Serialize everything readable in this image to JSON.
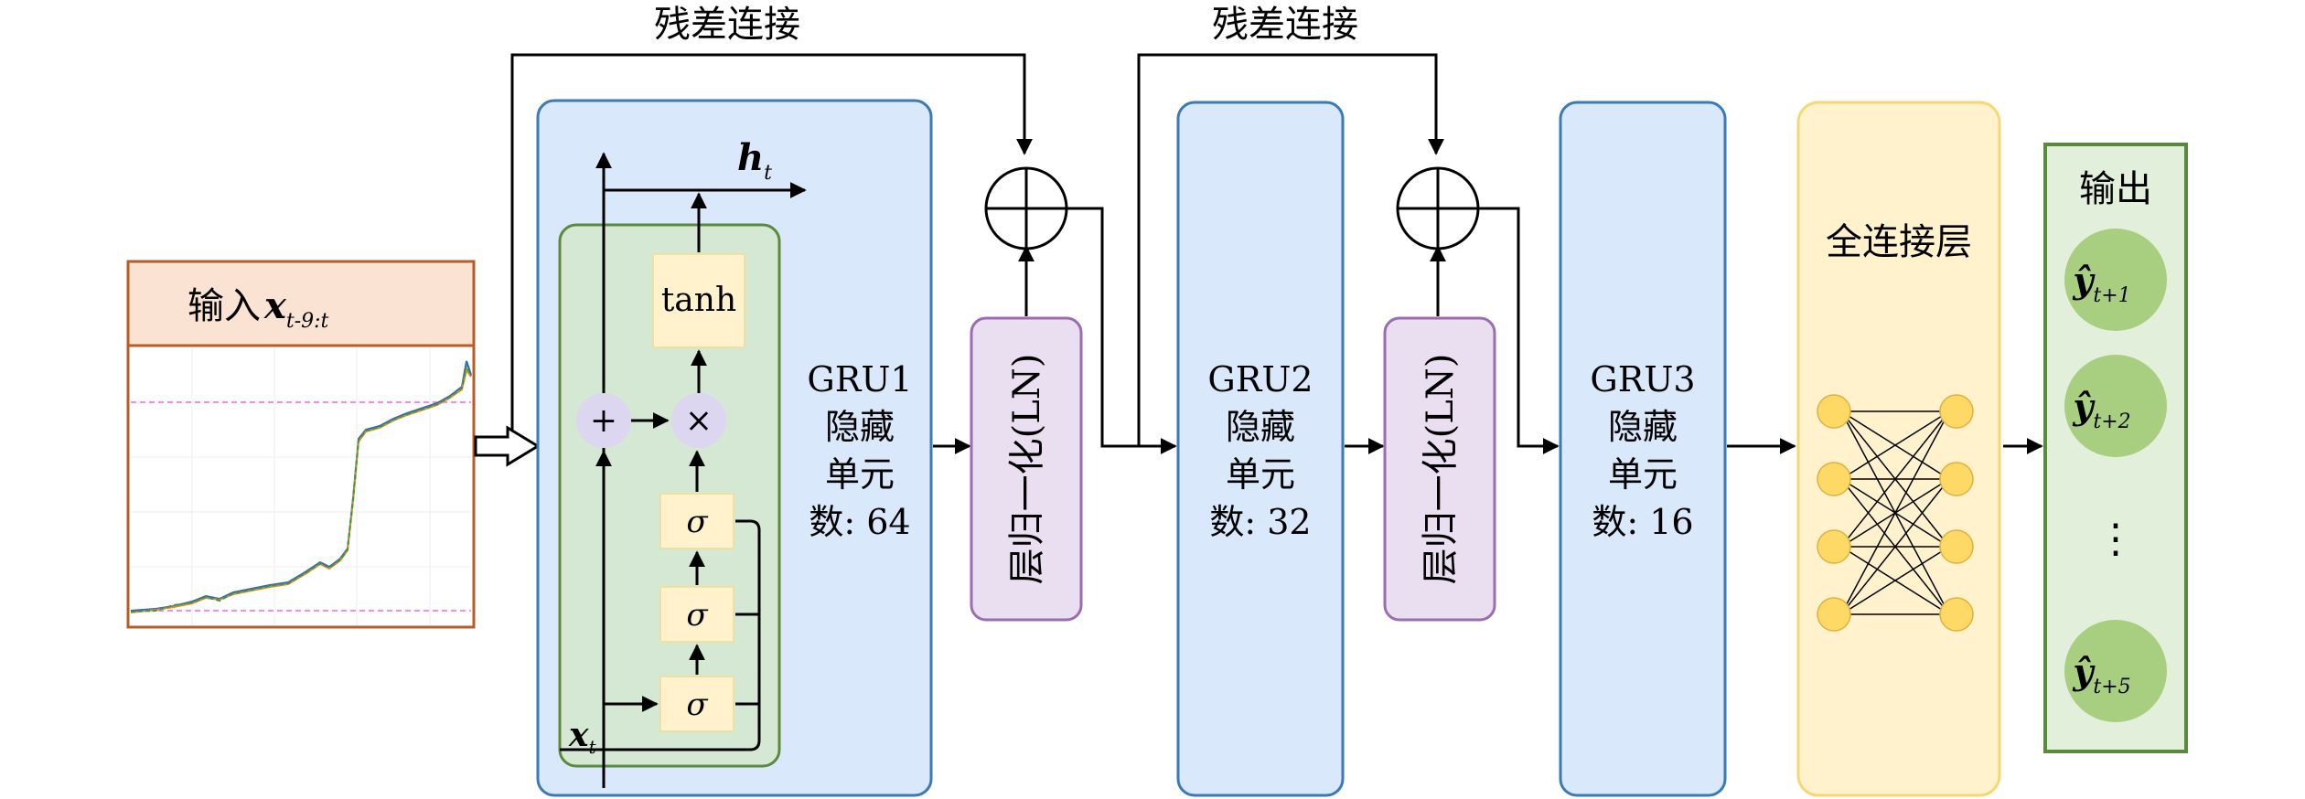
{
  "residual_labels": [
    "残差连接",
    "残差连接"
  ],
  "input": {
    "prefix": "输入",
    "symbol": "x",
    "subscript": "t-9:t"
  },
  "gru_cell": {
    "output_symbol": "h",
    "output_subscript": "t",
    "input_symbol": "x",
    "input_subscript": "t",
    "tanh_label": "tanh",
    "sigma_label": "σ",
    "plus_label": "+",
    "times_label": "×"
  },
  "gru_blocks": [
    {
      "name": "GRU1",
      "line2": "隐藏",
      "line3": "单元",
      "line4": "数: 64"
    },
    {
      "name": "GRU2",
      "line2": "隐藏",
      "line3": "单元",
      "line4": "数: 32"
    },
    {
      "name": "GRU3",
      "line2": "隐藏",
      "line3": "单元",
      "line4": "数: 16"
    }
  ],
  "layer_norm_label": "层归一化(LN)",
  "fc_label": "全连接层",
  "output": {
    "title": "输出",
    "symbol": "ŷ",
    "items": [
      "t+1",
      "t+2",
      "t+5"
    ],
    "ellipsis": "⋮"
  },
  "colors": {
    "blue_fill": "#dae8fc",
    "blue_stroke": "#3a7ab8",
    "green_fill": "#d5e8d4",
    "green_stroke": "#5a8a3c",
    "yellow_fill": "#fff2cc",
    "yellow_stroke": "#f7d774",
    "purple_fill": "#e9dff0",
    "purple_stroke": "#9b6cb0",
    "orange_fill": "#fae3d3",
    "orange_stroke": "#b85c24",
    "gate_fill": "#fff2cc",
    "op_fill": "#dcd6f0",
    "node_fill": "#ffd966",
    "out_circle": "#a8cf80"
  }
}
